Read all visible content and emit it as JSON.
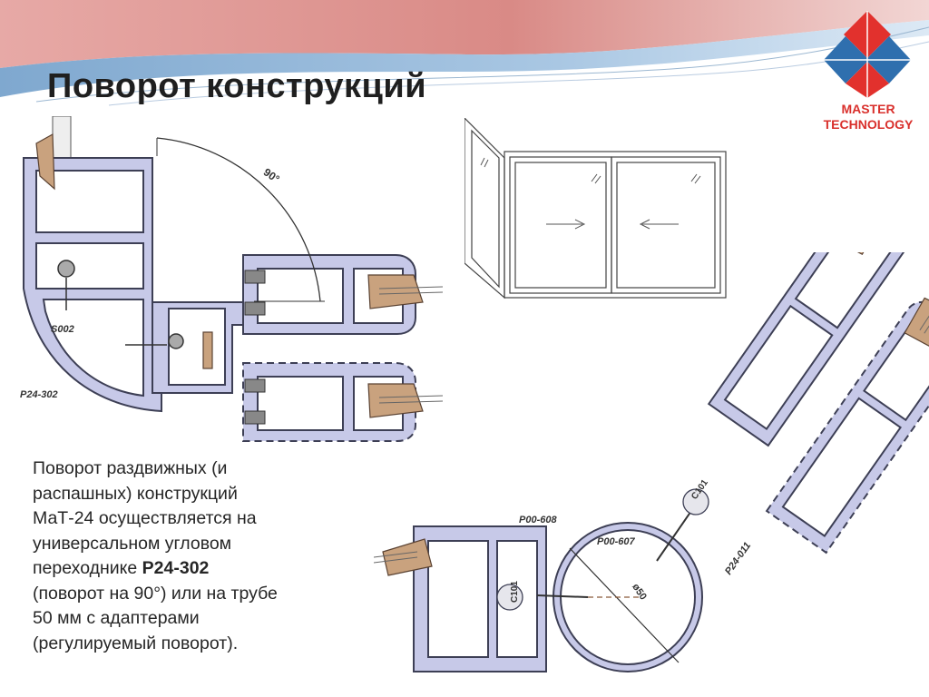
{
  "slide": {
    "title": "Поворот конструкций",
    "description": {
      "line1": "Поворот раздвижных (и",
      "line2": "распашных) конструкций",
      "line3": "МаТ-24 осуществляется на",
      "line4": "универсальном угловом",
      "line5_prefix": "переходнике ",
      "line5_bold": "P24-302",
      "line6": "(поворот на 90°) или на трубе",
      "line7": "50 мм с адаптерами",
      "line8": "(регулируемый поворот)."
    }
  },
  "logo": {
    "line1": "MASTER",
    "line2": "TECHNOLOGY",
    "colors": {
      "red": "#e2312d",
      "blue": "#2f6fae",
      "text": "#d9302c"
    }
  },
  "drawing_labels": {
    "angle": "90°",
    "s002": "S002",
    "p24_302": "P24-302",
    "p00_608": "P00-608",
    "p00_607": "P00-607",
    "c101_left": "C101",
    "c101_right": "C101",
    "p24_011": "P24-011",
    "diameter": "ø50"
  },
  "colors": {
    "profile_fill": "#c7c9e8",
    "profile_stroke": "#3d3f55",
    "gasket": "#c9a27e",
    "accent_red": "#d98a86",
    "accent_blue": "#8fb6d8"
  }
}
